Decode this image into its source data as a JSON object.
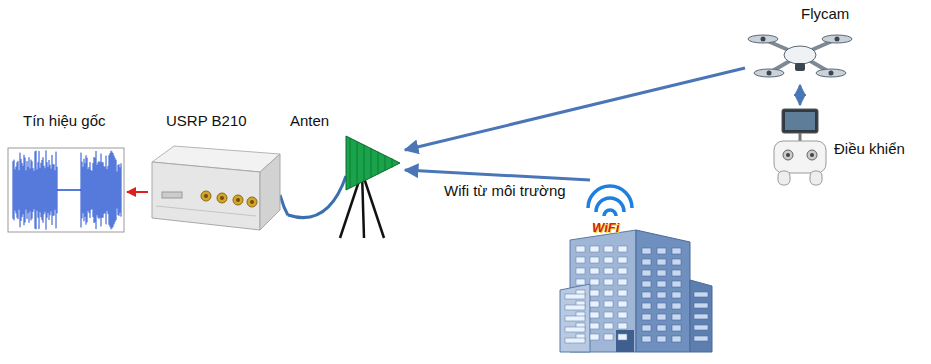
{
  "diagram": {
    "nodes": [
      {
        "text": [
          "Tín hiệu gốc"
        ]
      },
      {
        "text": [
          "USRP B210"
        ]
      },
      {
        "text": [
          "Anten"
        ]
      },
      {
        "text": [
          "Flycam"
        ]
      },
      {
        "text": [
          "Điều khiển"
        ]
      },
      {
        "text": [
          "Wifi từ môi trường"
        ]
      }
    ],
    "edges": [
      {
        "from": 1,
        "to": 0,
        "arrow": "to"
      },
      {
        "from": 1,
        "to": 2,
        "arrow": "none"
      },
      {
        "from": 3,
        "to": 2,
        "arrow": "to"
      },
      {
        "from": 5,
        "to": 2,
        "arrow": "to"
      },
      {
        "from": 3,
        "to": 4,
        "arrow": "both"
      }
    ],
    "labels": [
      "WiFi"
    ]
  }
}
